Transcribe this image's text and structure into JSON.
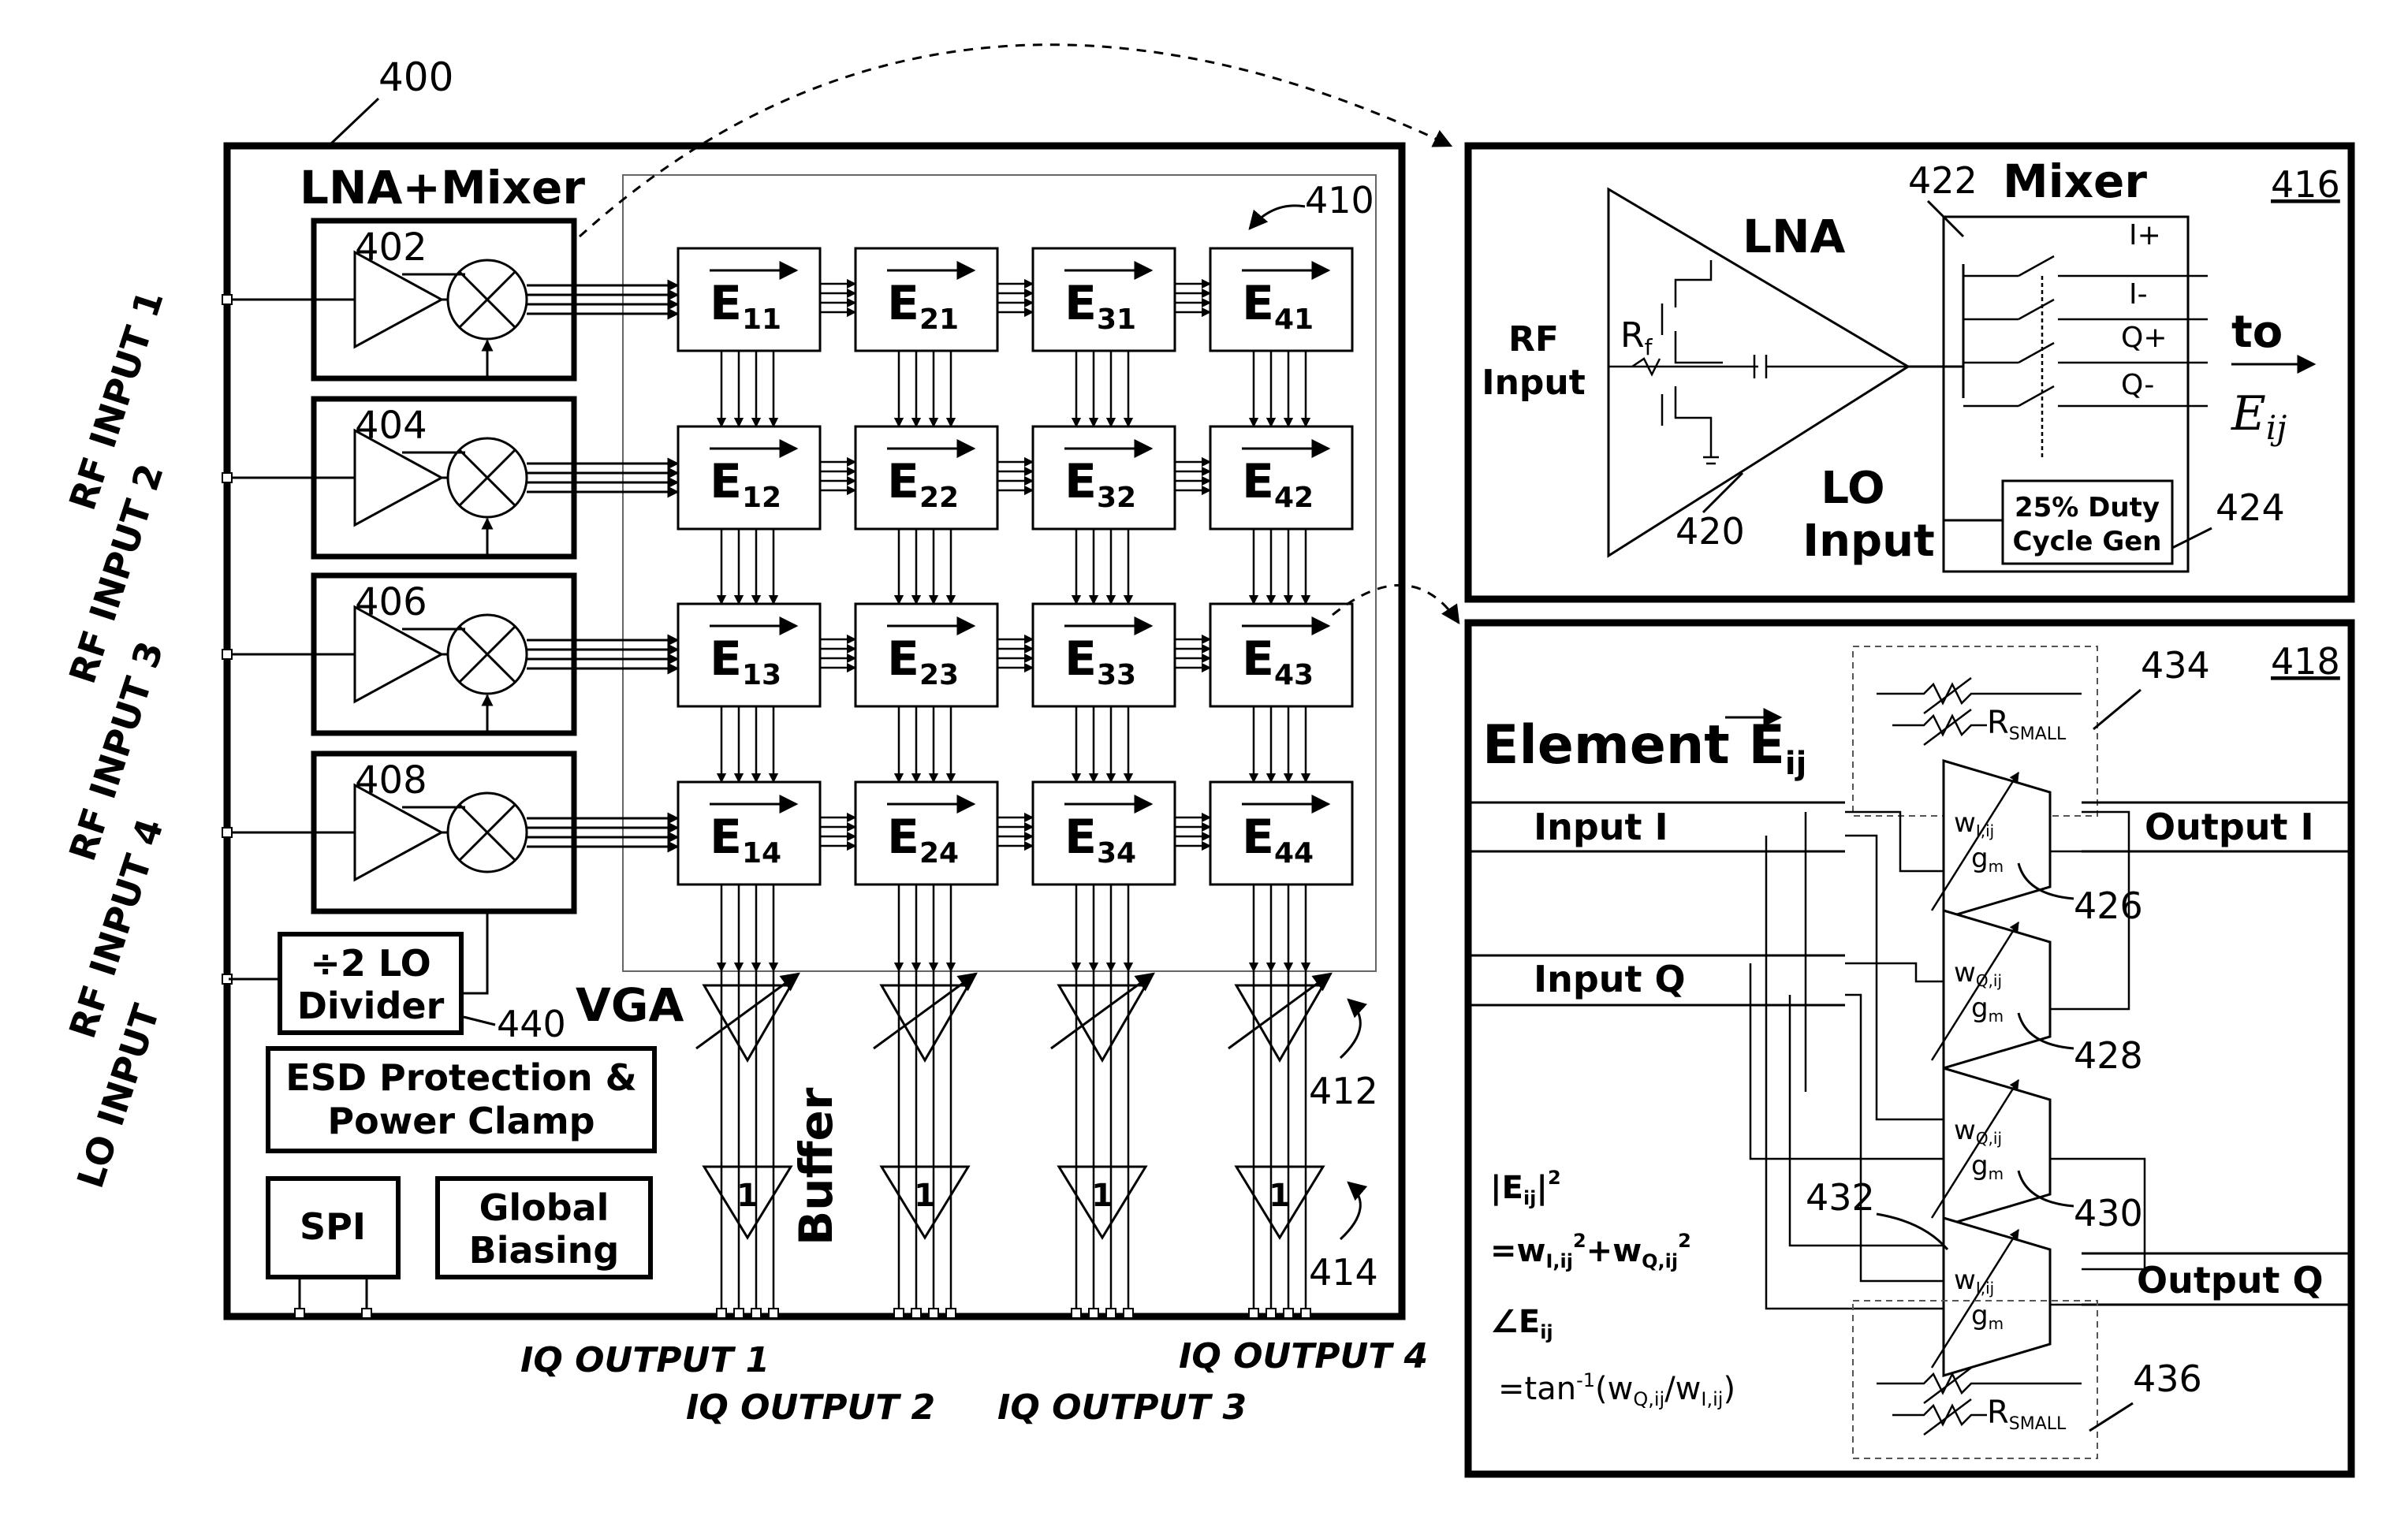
{
  "left": {
    "ref": "400",
    "lna_mixer_title": "LNA+Mixer",
    "array_ref": "410",
    "lna_refs": [
      "402",
      "404",
      "406",
      "408"
    ],
    "rf_inputs": [
      "RF INPUT 1",
      "RF INPUT 2",
      "RF INPUT 3",
      "RF INPUT 4"
    ],
    "lo_input": "LO INPUT",
    "divider": {
      "line1": "÷2 LO",
      "line2": "Divider",
      "ref": "440"
    },
    "vga": "VGA",
    "vga_ref": "412",
    "buffer": "Buffer",
    "buffer_ref": "414",
    "buffer_gain": "1",
    "esd": {
      "line1": "ESD Protection &",
      "line2": "Power Clamp"
    },
    "spi": "SPI",
    "bias": {
      "line1": "Global",
      "line2": "Biasing"
    },
    "elements": [
      [
        {
          "main": "E",
          "sub": "11"
        },
        {
          "main": "E",
          "sub": "21"
        },
        {
          "main": "E",
          "sub": "31"
        },
        {
          "main": "E",
          "sub": "41"
        }
      ],
      [
        {
          "main": "E",
          "sub": "12"
        },
        {
          "main": "E",
          "sub": "22"
        },
        {
          "main": "E",
          "sub": "32"
        },
        {
          "main": "E",
          "sub": "42"
        }
      ],
      [
        {
          "main": "E",
          "sub": "13"
        },
        {
          "main": "E",
          "sub": "23"
        },
        {
          "main": "E",
          "sub": "33"
        },
        {
          "main": "E",
          "sub": "43"
        }
      ],
      [
        {
          "main": "E",
          "sub": "14"
        },
        {
          "main": "E",
          "sub": "24"
        },
        {
          "main": "E",
          "sub": "34"
        },
        {
          "main": "E",
          "sub": "44"
        }
      ]
    ],
    "iq_outputs": [
      "IQ OUTPUT 1",
      "IQ OUTPUT 2",
      "IQ OUTPUT 3",
      "IQ OUTPUT 4"
    ]
  },
  "top_right": {
    "ref": "416",
    "lna": "LNA",
    "lna_ref": "420",
    "mixer": "Mixer",
    "mixer_ref": "422",
    "rf_input": {
      "line1": "RF",
      "line2": "Input"
    },
    "rf_resistor": "R",
    "rf_resistor_sub": "f",
    "lo_input": {
      "line1": "LO",
      "line2": "Input"
    },
    "switch_labels": [
      "I+",
      "I-",
      "Q+",
      "Q-"
    ],
    "duty": {
      "line1": "25% Duty",
      "line2": "Cycle Gen",
      "ref": "424"
    },
    "to": "to",
    "to_target": "E",
    "to_target_sub": "ij"
  },
  "bottom_right": {
    "ref": "418",
    "title": "Element E",
    "title_sub": "ij",
    "rsmall": "R",
    "rsmall_sub": "SMALL",
    "top_res_ref": "434",
    "bottom_res_ref": "436",
    "input_i": "Input I",
    "input_q": "Input Q",
    "output_i": "Output I",
    "output_q": "Output Q",
    "amps": [
      {
        "w": "w",
        "sub": "I,ij",
        "ref": "426"
      },
      {
        "w": "w",
        "sub": "Q,ij",
        "ref": "428"
      },
      {
        "w": "w",
        "sub": "Q,ij",
        "ref": "430"
      },
      {
        "w": "w",
        "sub": "I,ij",
        "ref": "432"
      }
    ],
    "gm": "g",
    "gm_sub": "m",
    "eq_mag": {
      "pre": "|E",
      "sub": "ij",
      "post": "|",
      "sup": "2"
    },
    "eq_mag_rhs": {
      "a": "=w",
      "a_sub": "I,ij",
      "a_sup": "2",
      "b": "+w",
      "b_sub": "Q,ij",
      "b_sup": "2"
    },
    "eq_ang": {
      "pre": "∠E",
      "sub": "ij"
    },
    "eq_ang_rhs": {
      "pre": "=tan",
      "sup": "-1",
      "open": "(w",
      "s1": "Q,ij",
      "mid": "/w",
      "s2": "I,ij",
      "close": ")"
    }
  }
}
